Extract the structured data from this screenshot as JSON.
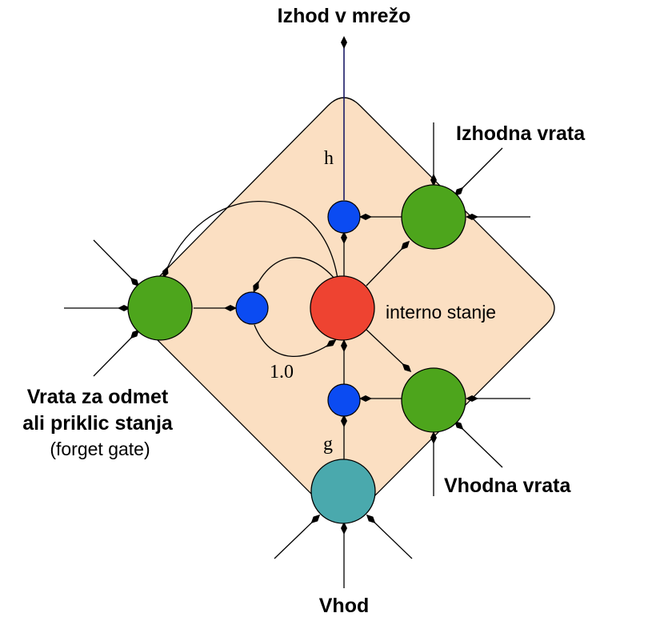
{
  "labels": {
    "output_to_network": "Izhod v mrežo",
    "output_gate": "Izhodna vrata",
    "forget_gate_line1": "Vrata za odmet",
    "forget_gate_line2": "ali priklic stanja",
    "forget_gate_line3": "(forget gate)",
    "internal_state": "interno stanje",
    "input_gate": "Vhodna vrata",
    "input": "Vhod",
    "h": "h",
    "g": "g",
    "recurrent_weight": "1.0"
  },
  "colors": {
    "cell_fill": "#fbdfc2",
    "gate_green": "#4da51c",
    "multiplier_blue": "#0b4bf2",
    "state_red": "#ee4331",
    "input_teal": "#4aa9ad",
    "output_line": "#1a1a66"
  }
}
